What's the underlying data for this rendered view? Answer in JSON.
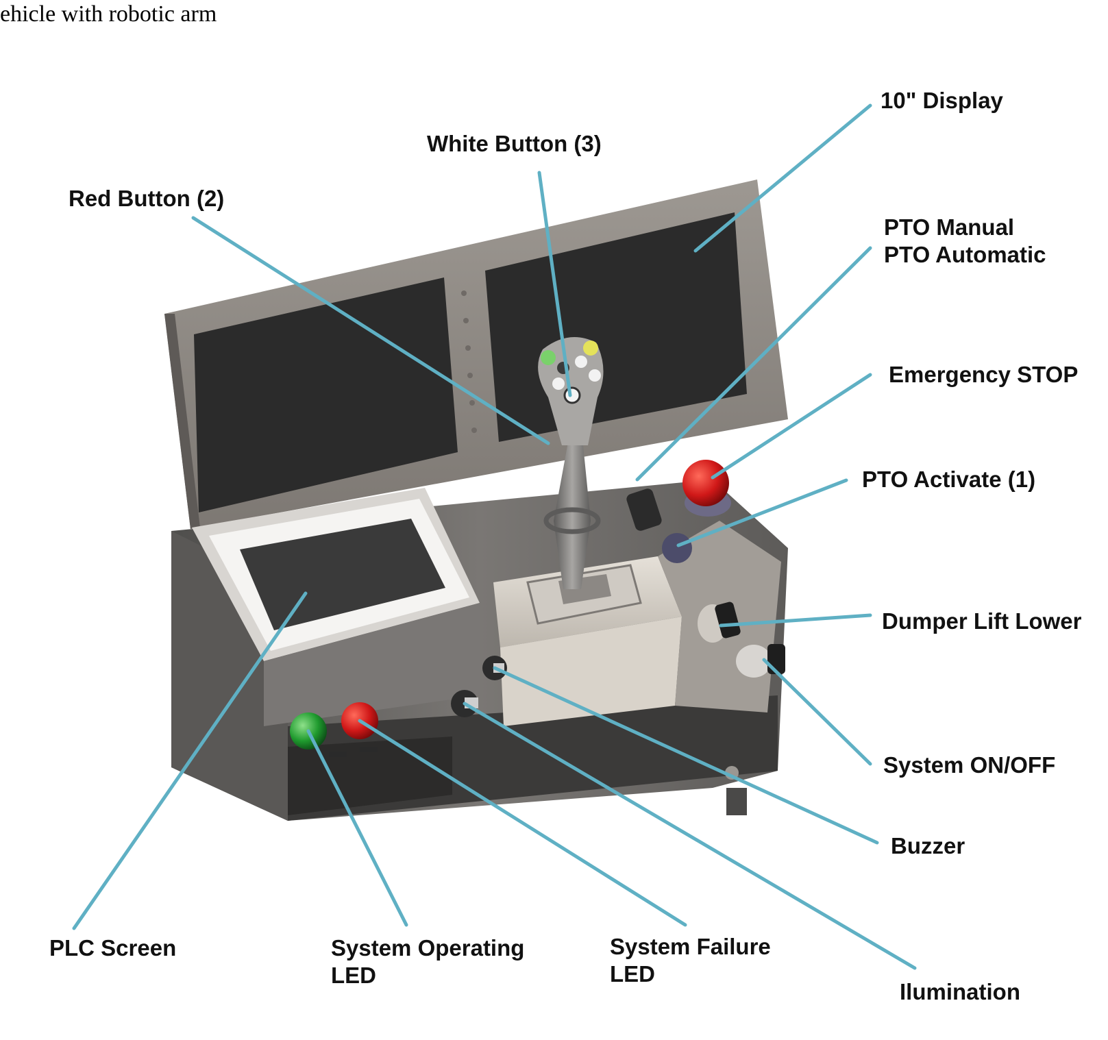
{
  "caption": "ehicle with robotic arm",
  "labels": {
    "display_10": "10\" Display",
    "white_button": "White Button (3)",
    "red_button": "Red Button (2)",
    "pto_manual": "PTO Manual",
    "pto_automatic": "PTO Automatic",
    "emergency_stop": "Emergency STOP",
    "pto_activate": "PTO Activate (1)",
    "dumper_lift_lower": "Dumper Lift Lower",
    "system_on_off": "System ON/OFF",
    "buzzer": "Buzzer",
    "plc_screen": "PLC Screen",
    "system_operating_1": "System Operating",
    "system_operating_2": "LED",
    "system_failure_1": "System Failure",
    "system_failure_2": "LED",
    "illumination": "Ilumination"
  },
  "colors": {
    "leader_line": "#5fb0c4",
    "console_body": "#6e6c6a",
    "screen": "#2a2a2a",
    "frame": "#8f8a86",
    "led_green": "#1f9a2e",
    "led_red": "#d01818"
  }
}
